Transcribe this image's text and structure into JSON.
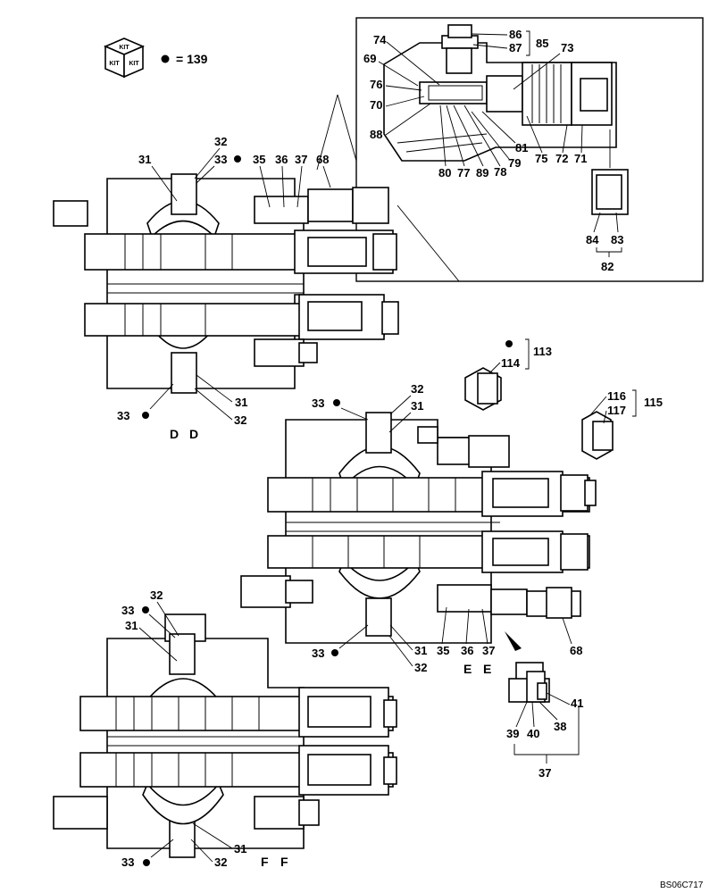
{
  "kit_box": {
    "faces": [
      "KIT",
      "KIT",
      "KIT"
    ],
    "equals_text": "= 139"
  },
  "views": {
    "D": {
      "labels": [
        "D",
        "D"
      ]
    },
    "E": {
      "labels": [
        "E",
        "E"
      ]
    },
    "F": {
      "labels": [
        "F",
        "F"
      ]
    }
  },
  "callouts": {
    "d31a": "31",
    "d32a": "32",
    "d33a": "33",
    "d35": "35",
    "d36": "36",
    "d37": "37",
    "d68": "68",
    "d33b": "33",
    "d31b": "31",
    "d32b": "32",
    "i74": "74",
    "i69": "69",
    "i76": "76",
    "i70": "70",
    "i88": "88",
    "i86": "86",
    "i87": "87",
    "i85": "85",
    "i73": "73",
    "i81": "81",
    "i79": "79",
    "i78": "78",
    "i89": "89",
    "i77": "77",
    "i80": "80",
    "i75": "75",
    "i72": "72",
    "i71": "71",
    "i84": "84",
    "i83": "83",
    "i82": "82",
    "g113": "113",
    "g114": "114",
    "g115": "115",
    "g116": "116",
    "g117": "117",
    "e33a": "33",
    "e32a": "32",
    "e31a": "31",
    "e33b": "33",
    "e35": "35",
    "e36": "36",
    "e37": "37",
    "e31b": "31",
    "e32b": "32",
    "e68": "68",
    "f32a": "32",
    "f33a": "33",
    "f31a": "31",
    "f31b": "31",
    "f33b": "33",
    "f32b": "32",
    "s41": "41",
    "s38": "38",
    "s39": "39",
    "s40": "40",
    "s37": "37"
  },
  "drawing_code": "BS06C717"
}
